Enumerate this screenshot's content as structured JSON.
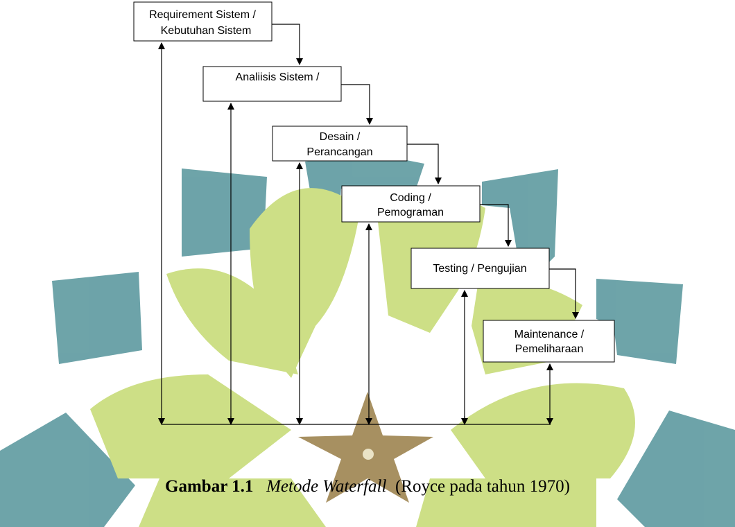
{
  "diagram": {
    "steps": [
      {
        "line1": "Requirement Sistem /",
        "line2": "Kebutuhan Sistem"
      },
      {
        "line1": "Analiisis Sistem /",
        "line2": ""
      },
      {
        "line1": "Desain /",
        "line2": "Perancangan"
      },
      {
        "line1": "Coding /",
        "line2": "Pemograman"
      },
      {
        "line1": "Testing  / Pengujian",
        "line2": ""
      },
      {
        "line1": "Maintenance /",
        "line2": "Pemeliharaan"
      }
    ]
  },
  "caption": {
    "label": "Gambar 1.1",
    "italic": "Metode Waterfall",
    "rest": "(Royce pada tahun 1970)"
  },
  "colors": {
    "watermark_teal": "#5E9AA0",
    "watermark_green": "#C8DC7A",
    "watermark_star": "#9E8450",
    "stroke": "#000000"
  }
}
